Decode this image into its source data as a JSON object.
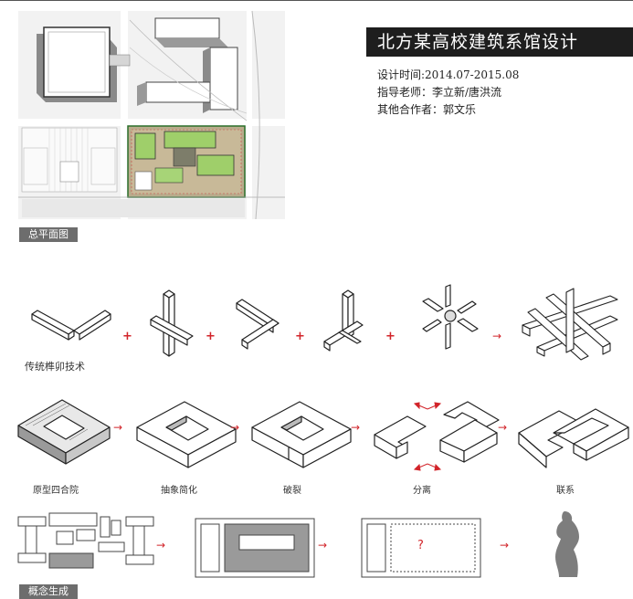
{
  "header": {
    "title": "北方某高校建筑系馆设计"
  },
  "info": {
    "design_time": "设计时间:2014.07-2015.08",
    "advisor": "指导老师：李立新/唐洪流",
    "collaborator": "其他合作者：郭文乐"
  },
  "labels": {
    "site_plan": "总平面图",
    "concept": "概念生成"
  },
  "row1": {
    "caption": "传统榫卯技术",
    "operator_plus": "+",
    "operator_arrow": "→"
  },
  "row2": {
    "captions": [
      "原型四合院",
      "抽象简化",
      "破裂",
      "分离",
      "联系"
    ],
    "arrow": "→"
  },
  "row3": {
    "arrow": "→",
    "question": "?"
  },
  "colors": {
    "accent": "#d2242a",
    "label_bg": "#6d6d6d",
    "title_bg": "#1e1e1e",
    "green": "#9fcf6a"
  }
}
